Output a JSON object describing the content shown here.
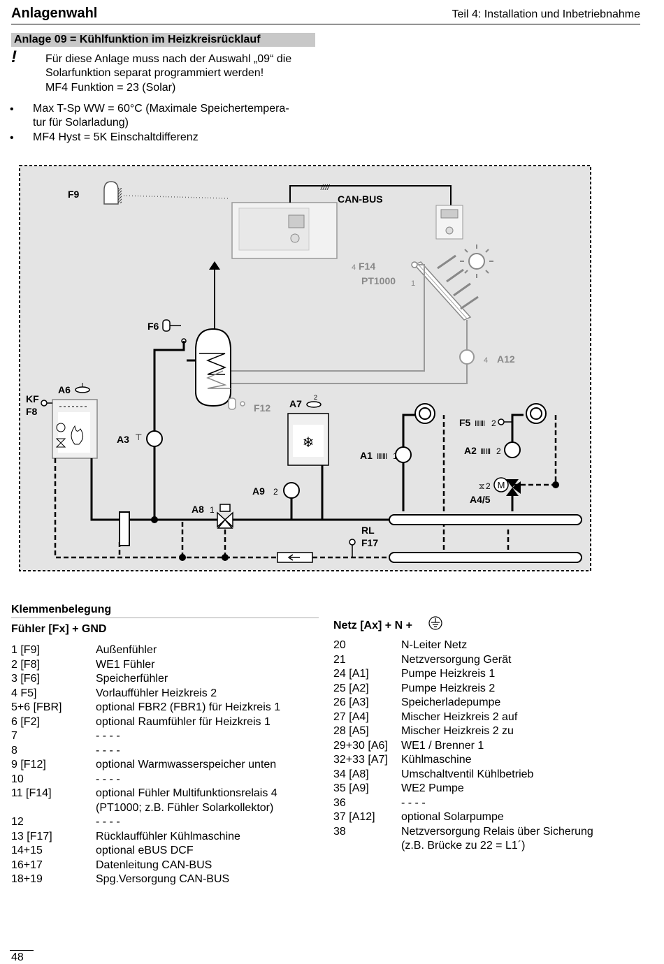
{
  "header": {
    "chapter": "Anlagenwahl",
    "part": "Teil 4: Installation und Inbetriebnahme"
  },
  "section": {
    "title": "Anlage 09 = Kühlfunktion im Heizkreisrücklauf",
    "warning_mark": "!",
    "note_lines": [
      "Für diese Anlage muss nach der Auswahl „09“ die",
      "Solarfunktion separat programmiert werden!",
      "MF4 Funktion = 23 (Solar)"
    ],
    "bullet_char": "•",
    "bullets": [
      {
        "lines": [
          "Max T-Sp WW = 60°C (Maximale Speichertempera-",
          "tur für Solarladung)"
        ]
      },
      {
        "lines": [
          "MF4 Hyst = 5K Einschaltdifferenz"
        ]
      }
    ]
  },
  "diagram": {
    "labels": {
      "f9": "F9",
      "can_bus": "CAN-BUS",
      "f14": "F14",
      "f14_num": "4",
      "pt1000": "PT1000",
      "pt1000_num": "1",
      "f6": "F6",
      "a12": "A12",
      "a12_num": "4",
      "kf": "KF",
      "f8": "F8",
      "a6": "A6",
      "a7": "A7",
      "a7_num": "2",
      "f12": "F12",
      "f5": "F5",
      "f5_num": "2",
      "a3": "A3",
      "a1": "A1",
      "a1_num": "1",
      "a2": "A2",
      "a2_num": "2",
      "a9": "A9",
      "a9_num": "2",
      "a8": "A8",
      "a8_num": "1",
      "mix_num": "2",
      "motor": "M",
      "a45": "A4/5",
      "rl": "RL",
      "f17": "F17"
    }
  },
  "klemmen": {
    "title": "Klemmenbelegung",
    "sensors": {
      "header": "Fühler   [Fx] + GND",
      "rows": [
        {
          "terminal": "1 [F9]",
          "desc": "Außenfühler"
        },
        {
          "terminal": "2 [F8]",
          "desc": "WE1 Fühler"
        },
        {
          "terminal": "3 [F6]",
          "desc": "Speicherfühler"
        },
        {
          "terminal": "4 F5]",
          "desc": "Vorlauffühler Heizkreis 2"
        },
        {
          "terminal": "5+6 [FBR]",
          "desc": "optional FBR2 (FBR1) für Heizkreis 1"
        },
        {
          "terminal": "6 [F2]",
          "desc": "optional Raumfühler für Heizkreis 1"
        },
        {
          "terminal": "7",
          "desc": "- - - -"
        },
        {
          "terminal": "8",
          "desc": "- - - -"
        },
        {
          "terminal": "9 [F12]",
          "desc": "optional Warmwasserspeicher unten"
        },
        {
          "terminal": "10",
          "desc": "- - - -"
        },
        {
          "terminal": "11 [F14]",
          "desc": "optional Fühler Multifunktionsrelais 4",
          "desc2": "(PT1000; z.B. Fühler Solarkollektor)"
        },
        {
          "terminal": "12",
          "desc": "- - - -"
        },
        {
          "terminal": "13 [F17]",
          "desc": "Rücklauffühler Kühlmaschine"
        },
        {
          "terminal": "14+15",
          "desc": "optional eBUS DCF"
        },
        {
          "terminal": "16+17",
          "desc": "Datenleitung CAN-BUS"
        },
        {
          "terminal": "18+19",
          "desc": "Spg.Versorgung CAN-BUS"
        }
      ]
    },
    "net": {
      "header": "Netz   [Ax] + N +",
      "rows": [
        {
          "terminal": "20",
          "desc": "N-Leiter Netz"
        },
        {
          "terminal": "21",
          "desc": "Netzversorgung Gerät"
        },
        {
          "terminal": "24 [A1]",
          "desc": "Pumpe Heizkreis 1"
        },
        {
          "terminal": "25 [A2]",
          "desc": "Pumpe Heizkreis 2"
        },
        {
          "terminal": "26 [A3]",
          "desc": "Speicherladepumpe"
        },
        {
          "terminal": "27 [A4]",
          "desc": "Mischer Heizkreis 2 auf"
        },
        {
          "terminal": "28 [A5]",
          "desc": "Mischer Heizkreis 2 zu"
        },
        {
          "terminal": "29+30 [A6]",
          "desc": "WE1 / Brenner 1"
        },
        {
          "terminal": "32+33 [A7]",
          "desc": "Kühlmaschine"
        },
        {
          "terminal": "34 [A8]",
          "desc": "Umschaltventil Kühlbetrieb"
        },
        {
          "terminal": "35 [A9]",
          "desc": "WE2 Pumpe"
        },
        {
          "terminal": "36",
          "desc": "- - - -"
        },
        {
          "terminal": "37 [A12]",
          "desc": "optional Solarpumpe"
        },
        {
          "terminal": "38",
          "desc": "Netzversorgung Relais über Sicherung",
          "desc2": "(z.B. Brücke zu 22 = L1´)"
        }
      ]
    }
  },
  "footer": {
    "page": "48"
  }
}
